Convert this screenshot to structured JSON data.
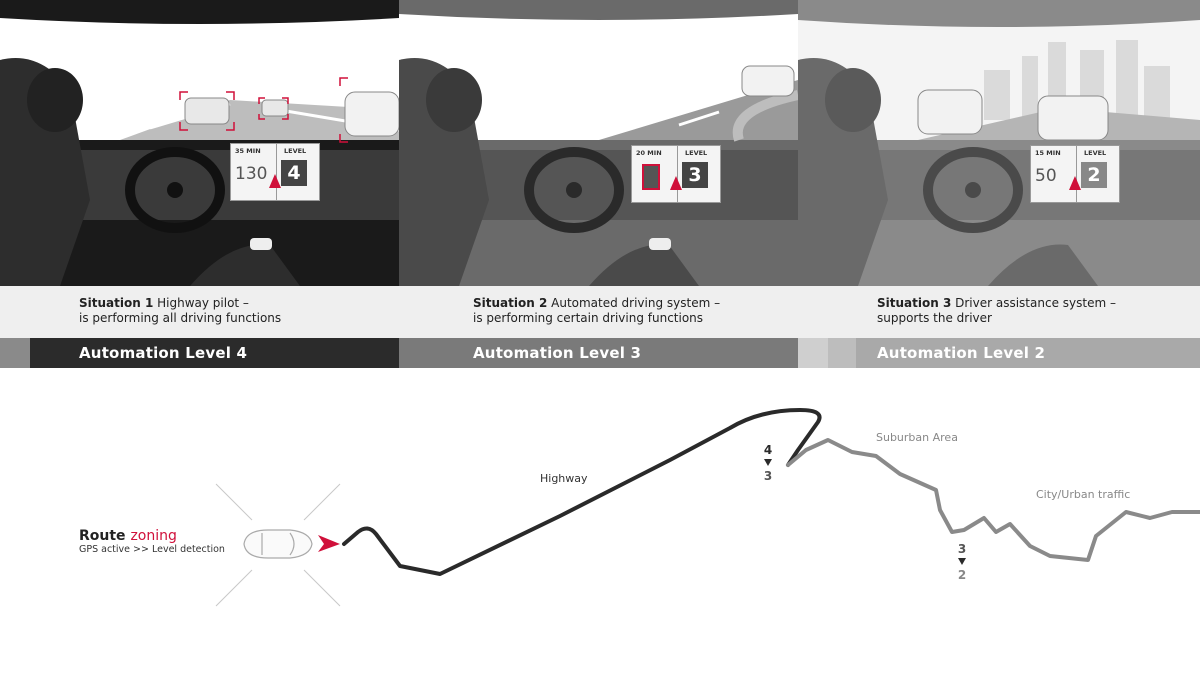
{
  "panels": [
    {
      "situation": "Situation 1",
      "description_line1": "Highway pilot –",
      "description_line2": "is performing all driving functions",
      "level_label": "Automation Level 4",
      "hud_eta": "35 MIN",
      "hud_level_label": "LEVEL",
      "hud_speed": "130",
      "hud_level_value": "4"
    },
    {
      "situation": "Situation 2",
      "description_line1": "Automated driving system –",
      "description_line2": "is performing certain driving functions",
      "level_label": "Automation Level 3",
      "hud_eta": "20 MIN",
      "hud_level_label": "LEVEL",
      "hud_speed": "",
      "hud_level_value": "3"
    },
    {
      "situation": "Situation 3",
      "description_line1": "Driver assistance system –",
      "description_line2": "supports the driver",
      "level_label": "Automation Level 2",
      "hud_eta": "15 MIN",
      "hud_level_label": "LEVEL",
      "hud_speed": "50",
      "hud_level_value": "2"
    }
  ],
  "map": {
    "route_title_prefix": "Route",
    "route_title_accent": "zoning",
    "route_subtitle": "GPS active >> Level detection",
    "labels": {
      "highway": "Highway",
      "suburban": "Suburban Area",
      "city": "City/Urban traffic"
    },
    "transitions": [
      {
        "from": "4",
        "to": "3"
      },
      {
        "from": "3",
        "to": "2"
      }
    ]
  },
  "colors": {
    "accent": "#d0103a",
    "level4_bar": "#2b2b2b",
    "level3_bar": "#7a7a7a",
    "level2_bar": "#a9a9a9",
    "route_dark": "#2a2a2a",
    "route_gray": "#8a8a8a"
  }
}
